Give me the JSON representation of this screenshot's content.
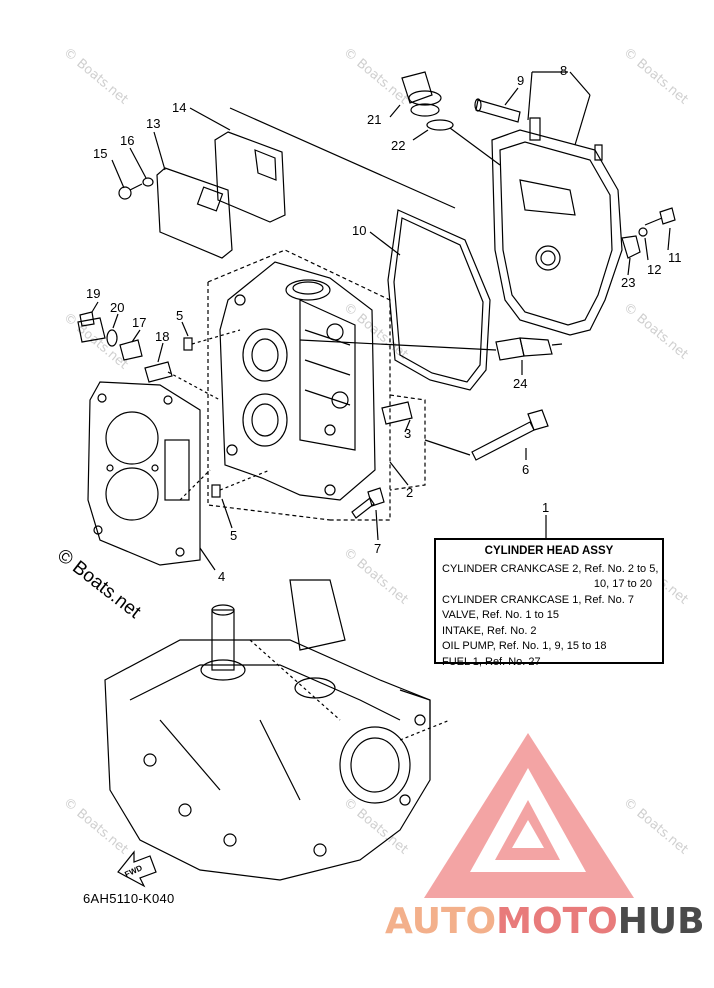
{
  "watermark": "© Boats.net",
  "copyright": "© Boats.net",
  "part_code": "6AH5110-K040",
  "logo": {
    "part1": "AUTO",
    "part2": "MOTO",
    "part3": "HUB"
  },
  "fwd_label": "FWD",
  "ref_box": {
    "index": "1",
    "title": "CYLINDER HEAD ASSY",
    "lines": [
      "CYLINDER CRANKCASE 2,  Ref. No. 2 to 5,",
      "10, 17 to 20",
      "CYLINDER CRANKCASE 1,  Ref. No. 7",
      "VALVE,  Ref. No. 1 to 15",
      "INTAKE,  Ref. No. 2",
      "OIL PUMP,  Ref. No. 1, 9, 15 to 18",
      "FUEL 1,  Ref. No. 27"
    ]
  },
  "callouts": [
    "2",
    "3",
    "4",
    "5",
    "5",
    "6",
    "7",
    "8",
    "9",
    "10",
    "11",
    "12",
    "13",
    "14",
    "15",
    "16",
    "17",
    "18",
    "19",
    "20",
    "21",
    "22",
    "23",
    "24"
  ]
}
